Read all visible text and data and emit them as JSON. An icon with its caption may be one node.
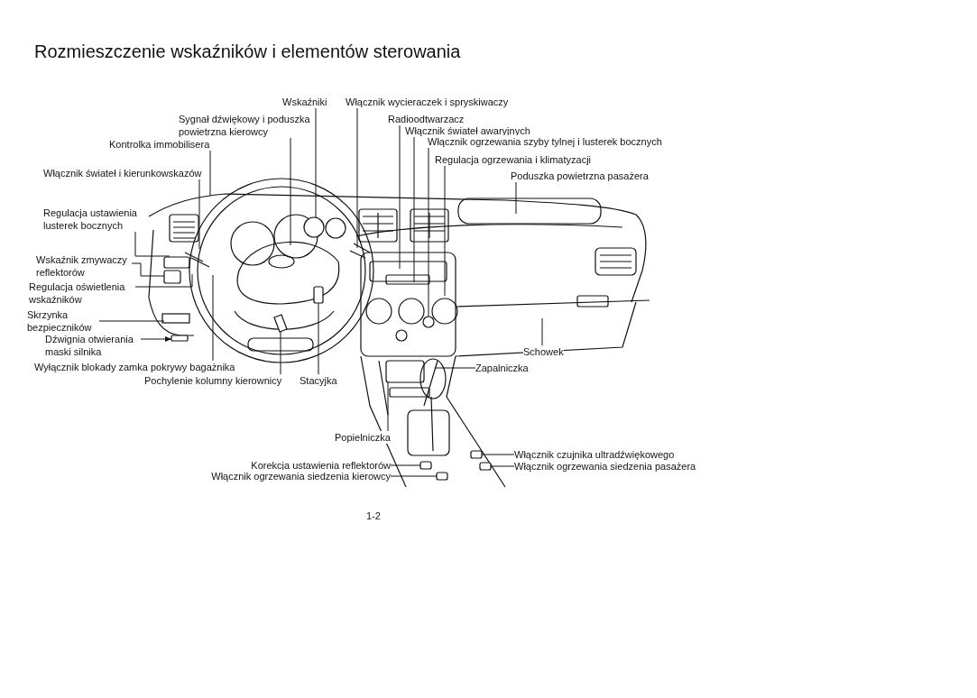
{
  "diagram": {
    "title": "Rozmieszczenie wskaźników i elementów sterowania",
    "nodes": [
      {
        "text": [
          "Wskaźniki"
        ]
      },
      {
        "text": [
          "Włącznik wycieraczek i spryskiwaczy"
        ]
      },
      {
        "text": [
          "Sygnał dźwiękowy i poduszka powietrzna kierowcy"
        ]
      },
      {
        "text": [
          "Radioodtwarzacz"
        ]
      },
      {
        "text": [
          "Włącznik świateł awaryjnych"
        ]
      },
      {
        "text": [
          "Włącznik ogrzewania szyby tylnej i lusterek bocznych"
        ]
      },
      {
        "text": [
          "Regulacja ogrzewania i klimatyzacji"
        ]
      },
      {
        "text": [
          "Kontrolka immobilisera"
        ]
      },
      {
        "text": [
          "Włącznik świateł i kierunkowskazów"
        ]
      },
      {
        "text": [
          "Poduszka powietrzna pasażera"
        ]
      },
      {
        "text": [
          "Regulacja ustawienia lusterek bocznych"
        ]
      },
      {
        "text": [
          "Wskaźnik zmywaczy reflektorów"
        ]
      },
      {
        "text": [
          "Regulacja oświetlenia wskaźników"
        ]
      },
      {
        "text": [
          "Skrzynka bezpieczników"
        ]
      },
      {
        "text": [
          "Dźwignia otwierania maski silnika"
        ]
      },
      {
        "text": [
          "Wyłącznik blokady zamka pokrywy bagażnika"
        ]
      },
      {
        "text": [
          "Pochylenie kolumny kierownicy"
        ]
      },
      {
        "text": [
          "Stacyjka"
        ]
      },
      {
        "text": [
          "Schowek"
        ]
      },
      {
        "text": [
          "Zapalniczka"
        ]
      },
      {
        "text": [
          "Popielniczka"
        ]
      },
      {
        "text": [
          "Włącznik czujnika ultradźwiękowego"
        ]
      },
      {
        "text": [
          "Włącznik ogrzewania siedzenia pasażera"
        ]
      },
      {
        "text": [
          "Korekcja ustawienia reflektorów"
        ]
      },
      {
        "text": [
          "Włącznik ogrzewania siedzenia kierowcy"
        ]
      },
      {
        "text": [],
        "shape": "circle"
      },
      {
        "text": [],
        "shape": "circle"
      },
      {
        "text": [],
        "shape": "box"
      },
      {
        "text": [],
        "shape": "bar"
      },
      {
        "text": [],
        "shape": "box"
      },
      {
        "text": [],
        "shape": "box"
      },
      {
        "text": [],
        "shape": "box"
      },
      {
        "text": [],
        "shape": "box"
      },
      {
        "text": [],
        "shape": "box"
      },
      {
        "text": [],
        "shape": "box"
      }
    ],
    "edges": [
      {
        "from": 0,
        "to": 25,
        "arrow": "none"
      },
      {
        "from": 1,
        "to": null,
        "arrow": "none"
      },
      {
        "from": 2,
        "to": null,
        "arrow": "none"
      },
      {
        "from": 3,
        "to": null,
        "arrow": "none"
      },
      {
        "from": 4,
        "to": null,
        "arrow": "none"
      },
      {
        "from": 5,
        "to": 26,
        "arrow": "none"
      },
      {
        "from": 6,
        "to": null,
        "arrow": "none"
      },
      {
        "from": 7,
        "to": null,
        "arrow": "none"
      },
      {
        "from": 8,
        "to": null,
        "arrow": "none"
      },
      {
        "from": 9,
        "to": null,
        "arrow": "none"
      },
      {
        "from": 10,
        "to": null,
        "arrow": "none"
      },
      {
        "from": 11,
        "to": 27,
        "arrow": "none"
      },
      {
        "from": 12,
        "to": null,
        "arrow": "none"
      },
      {
        "from": 13,
        "to": null,
        "arrow": "none"
      },
      {
        "from": 14,
        "to": 28,
        "arrow": "to"
      },
      {
        "from": 15,
        "to": null,
        "arrow": "none"
      },
      {
        "from": 16,
        "to": 29,
        "arrow": "none"
      },
      {
        "from": 17,
        "to": 30,
        "arrow": "none"
      },
      {
        "from": 18,
        "to": null,
        "arrow": "none"
      },
      {
        "from": 19,
        "to": null,
        "arrow": "none"
      },
      {
        "from": 20,
        "to": null,
        "arrow": "none"
      },
      {
        "from": 21,
        "to": 33,
        "arrow": "none"
      },
      {
        "from": 22,
        "to": 34,
        "arrow": "none"
      },
      {
        "from": 23,
        "to": 31,
        "arrow": "none"
      },
      {
        "from": 24,
        "to": 32,
        "arrow": "none"
      }
    ],
    "labels": [
      "1-2"
    ]
  }
}
